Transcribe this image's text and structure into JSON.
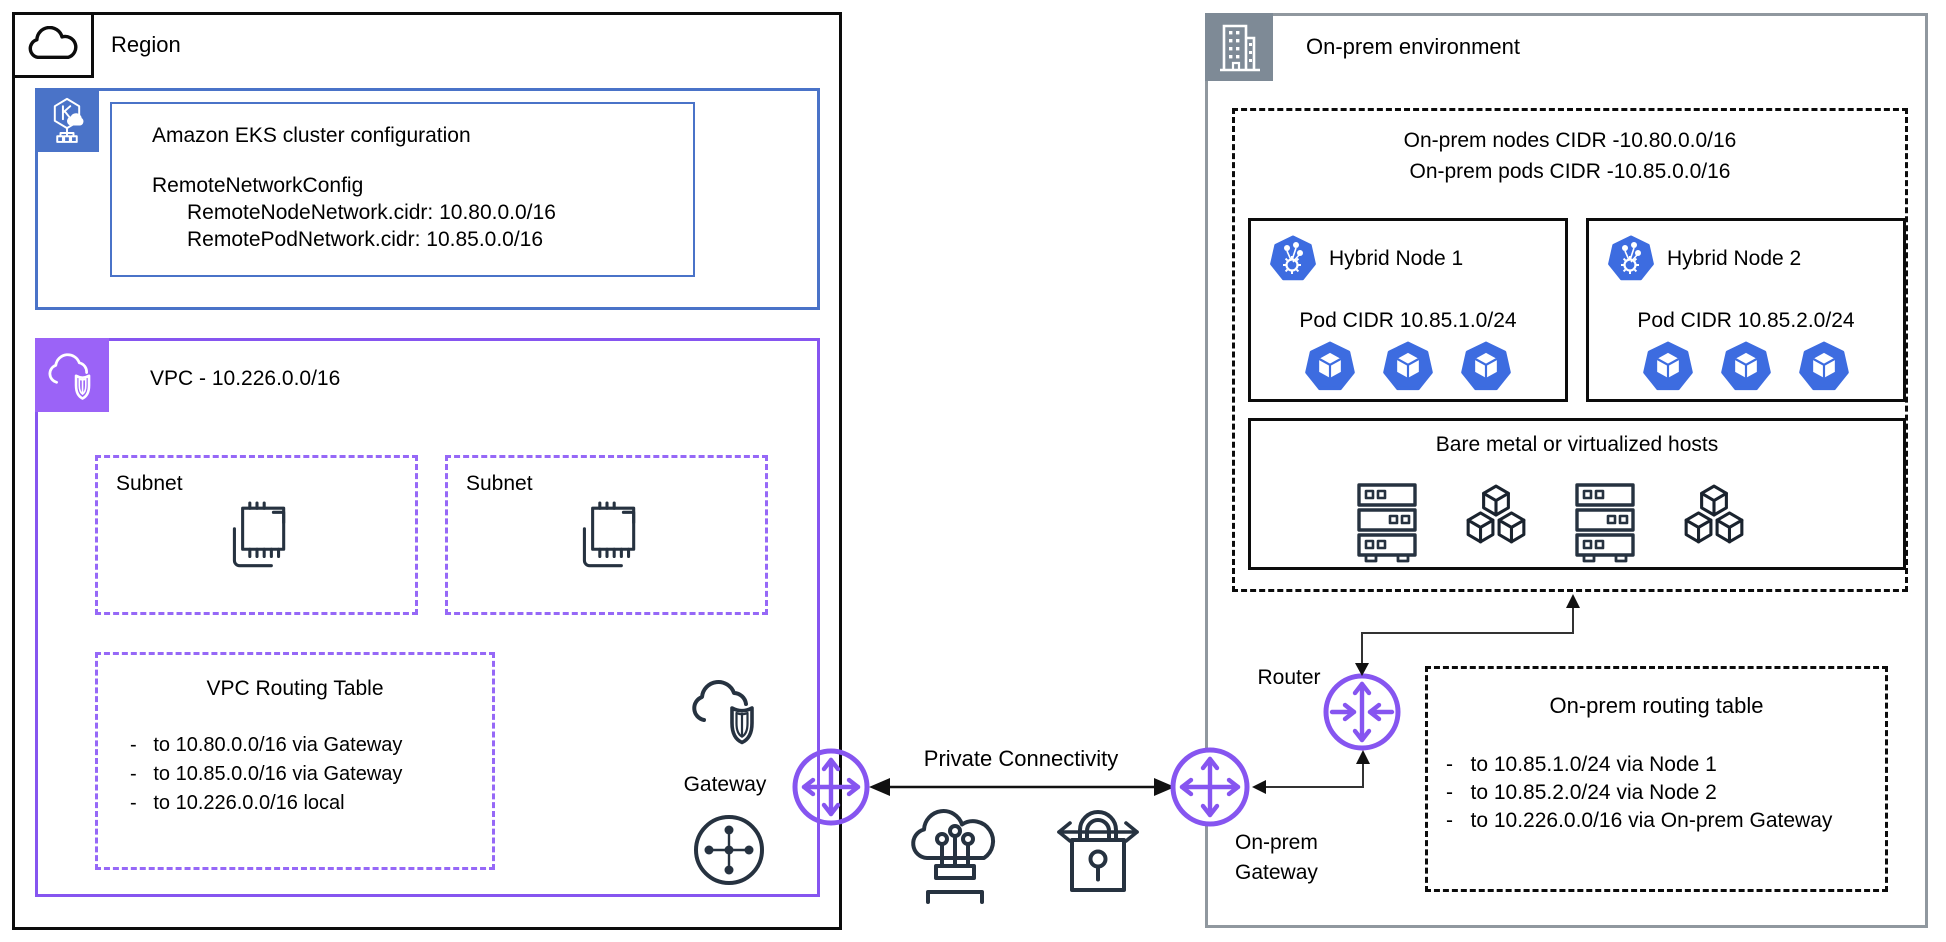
{
  "region": {
    "label": "Region",
    "eks": {
      "title": "Amazon EKS cluster configuration",
      "config_lines": [
        "RemoteNetworkConfig",
        "      RemoteNodeNetwork.cidr: 10.80.0.0/16",
        "      RemotePodNetwork.cidr: 10.85.0.0/16"
      ]
    },
    "vpc": {
      "title": "VPC - 10.226.0.0/16",
      "subnets": [
        {
          "label": "Subnet"
        },
        {
          "label": "Subnet"
        }
      ],
      "routing_table": {
        "title": "VPC Routing Table",
        "routes": [
          "-   to 10.80.0.0/16 via Gateway",
          "-   to 10.85.0.0/16 via Gateway",
          "-   to 10.226.0.0/16 local"
        ]
      },
      "gateway_label": "Gateway"
    }
  },
  "middle": {
    "private_connectivity": "Private Connectivity"
  },
  "onprem": {
    "title": "On-prem environment",
    "cidr_lines": [
      "On-prem nodes CIDR -10.80.0.0/16",
      "On-prem pods CIDR -10.85.0.0/16"
    ],
    "nodes": [
      {
        "title": "Hybrid Node 1",
        "pod_cidr": "Pod CIDR 10.85.1.0/24"
      },
      {
        "title": "Hybrid Node 2",
        "pod_cidr": "Pod CIDR 10.85.2.0/24"
      }
    ],
    "hosts_title": "Bare metal or virtualized hosts",
    "router_label": "Router",
    "gateway_label_lines": [
      "On-prem",
      "Gateway"
    ],
    "routing_table": {
      "title": "On-prem routing table",
      "routes": [
        "-   to 10.85.1.0/24 via Node 1",
        "-   to 10.85.2.0/24 via Node 2",
        "-   to 10.226.0.0/16 via On-prem Gateway"
      ]
    }
  },
  "colors": {
    "purple": "#8655F0",
    "purple_dash": "#9668F7",
    "purple_icon_bg": "#9B63F7",
    "eks_blue": "#4A73C8",
    "k8s_blue": "#3D6CE0",
    "dark_outline": "#263240",
    "onprem_gray_border": "#90989F",
    "onprem_gray_icon": "#7E8A96"
  },
  "icons": [
    "aws-cloud-icon",
    "eks-service-icon",
    "vpc-icon",
    "subnet-chip-icon",
    "cloud-shield-gateway-icon",
    "network-hub-icon",
    "transit-gateway-icon",
    "direct-connect-icon",
    "vpn-lock-icon",
    "building-icon",
    "kubernetes-node-icon",
    "pod-icon",
    "server-rack-icon",
    "cubes-icon",
    "router-icon"
  ]
}
